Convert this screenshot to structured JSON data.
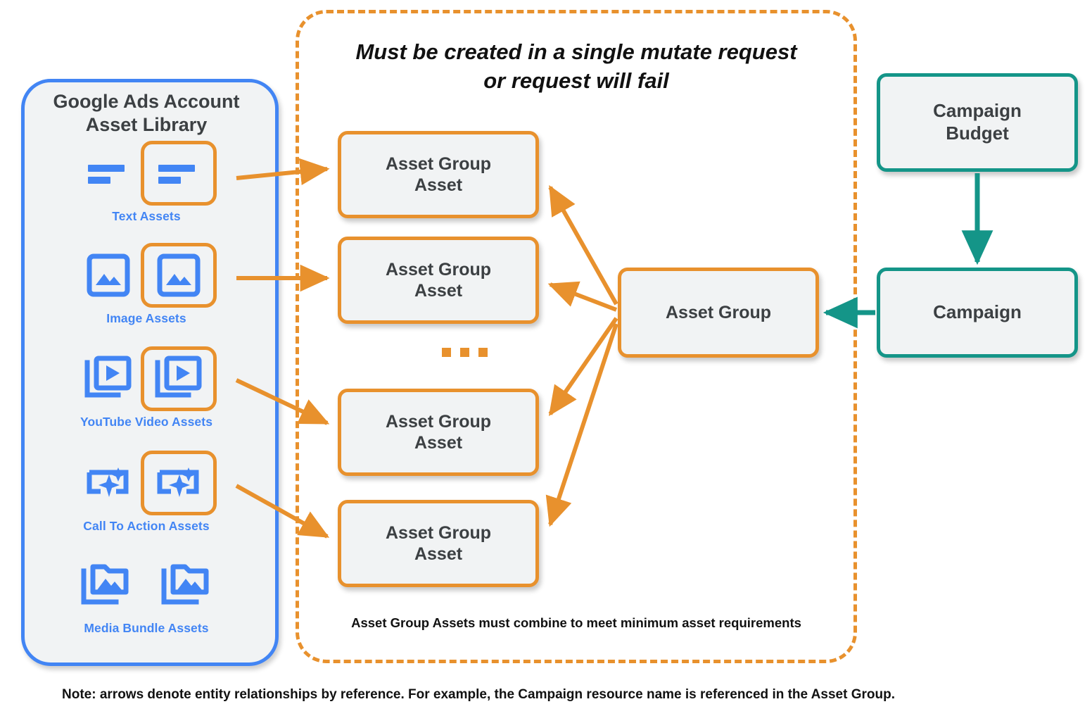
{
  "colors": {
    "blue": "#4285F4",
    "orange": "#E8912D",
    "teal": "#149588",
    "node_fill": "#f1f3f4",
    "text_dark": "#3c4043",
    "text_black": "#111111"
  },
  "library": {
    "title_line1": "Google Ads Account",
    "title_line2": "Asset Library",
    "assets": [
      {
        "caption": "Text Assets",
        "icon": "text-asset-icon",
        "highlighted": true
      },
      {
        "caption": "Image Assets",
        "icon": "image-asset-icon",
        "highlighted": true
      },
      {
        "caption": "YouTube Video  Assets",
        "icon": "youtube-video-asset-icon",
        "highlighted": true
      },
      {
        "caption": "Call To Action Assets",
        "icon": "call-to-action-asset-icon",
        "highlighted": true
      },
      {
        "caption": "Media Bundle  Assets",
        "icon": "media-bundle-asset-icon",
        "highlighted": false
      }
    ]
  },
  "mutate_container": {
    "heading_line1": "Must be created in a single mutate request",
    "heading_line2": "or request will fail",
    "footnote": "Asset Group Assets must combine to meet minimum asset requirements",
    "ellipsis": "..."
  },
  "nodes": {
    "asset_group_assets": [
      {
        "line1": "Asset Group",
        "line2": "Asset"
      },
      {
        "line1": "Asset Group",
        "line2": "Asset"
      },
      {
        "line1": "Asset Group",
        "line2": "Asset"
      },
      {
        "line1": "Asset Group",
        "line2": "Asset"
      }
    ],
    "asset_group": {
      "label": "Asset Group"
    },
    "campaign_budget": {
      "line1": "Campaign",
      "line2": "Budget"
    },
    "campaign": {
      "label": "Campaign"
    }
  },
  "footer": {
    "note": "Note: arrows denote entity relationships by reference. For example, the Campaign resource name is referenced in the Asset Group."
  }
}
